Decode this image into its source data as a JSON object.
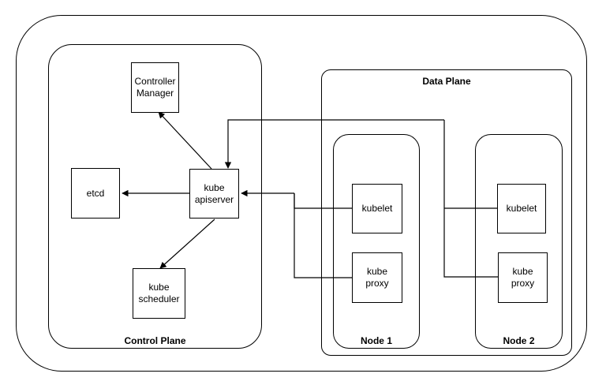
{
  "diagram": {
    "groups": {
      "control_plane": "Control Plane",
      "data_plane": "Data Plane",
      "node1": "Node 1",
      "node2": "Node 2"
    },
    "components": {
      "controller_manager": "Controller\nManager",
      "etcd": "etcd",
      "apiserver": "kube\napiserver",
      "scheduler": "kube\nscheduler",
      "node1_kubelet": "kubelet",
      "node1_proxy": "kube\nproxy",
      "node2_kubelet": "kubelet",
      "node2_proxy": "kube\nproxy"
    }
  }
}
